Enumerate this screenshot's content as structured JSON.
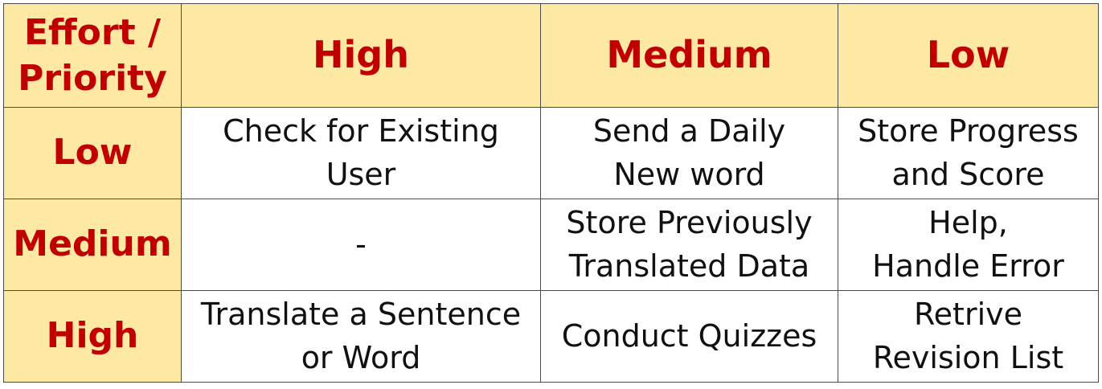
{
  "table": {
    "corner": [
      "Effort /",
      "Priority"
    ],
    "columns": [
      "High",
      "Medium",
      "Low"
    ],
    "rows": [
      {
        "label": "Low",
        "cells": [
          [
            "Check for Existing",
            "User"
          ],
          [
            "Send a Daily",
            "New word"
          ],
          [
            "Store Progress",
            "and Score"
          ]
        ]
      },
      {
        "label": "Medium",
        "cells": [
          [
            "-"
          ],
          [
            "Store Previously",
            "Translated Data"
          ],
          [
            "Help,",
            "Handle Error"
          ]
        ]
      },
      {
        "label": "High",
        "cells": [
          [
            "Translate a Sentence",
            "or Word"
          ],
          [
            "Conduct Quizzes"
          ],
          [
            "Retrive",
            "Revision List"
          ]
        ]
      }
    ]
  },
  "colors": {
    "header_fill": "#fde9a3",
    "header_text": "#c00000",
    "body_text": "#111111",
    "border": "#4a4a4a"
  }
}
